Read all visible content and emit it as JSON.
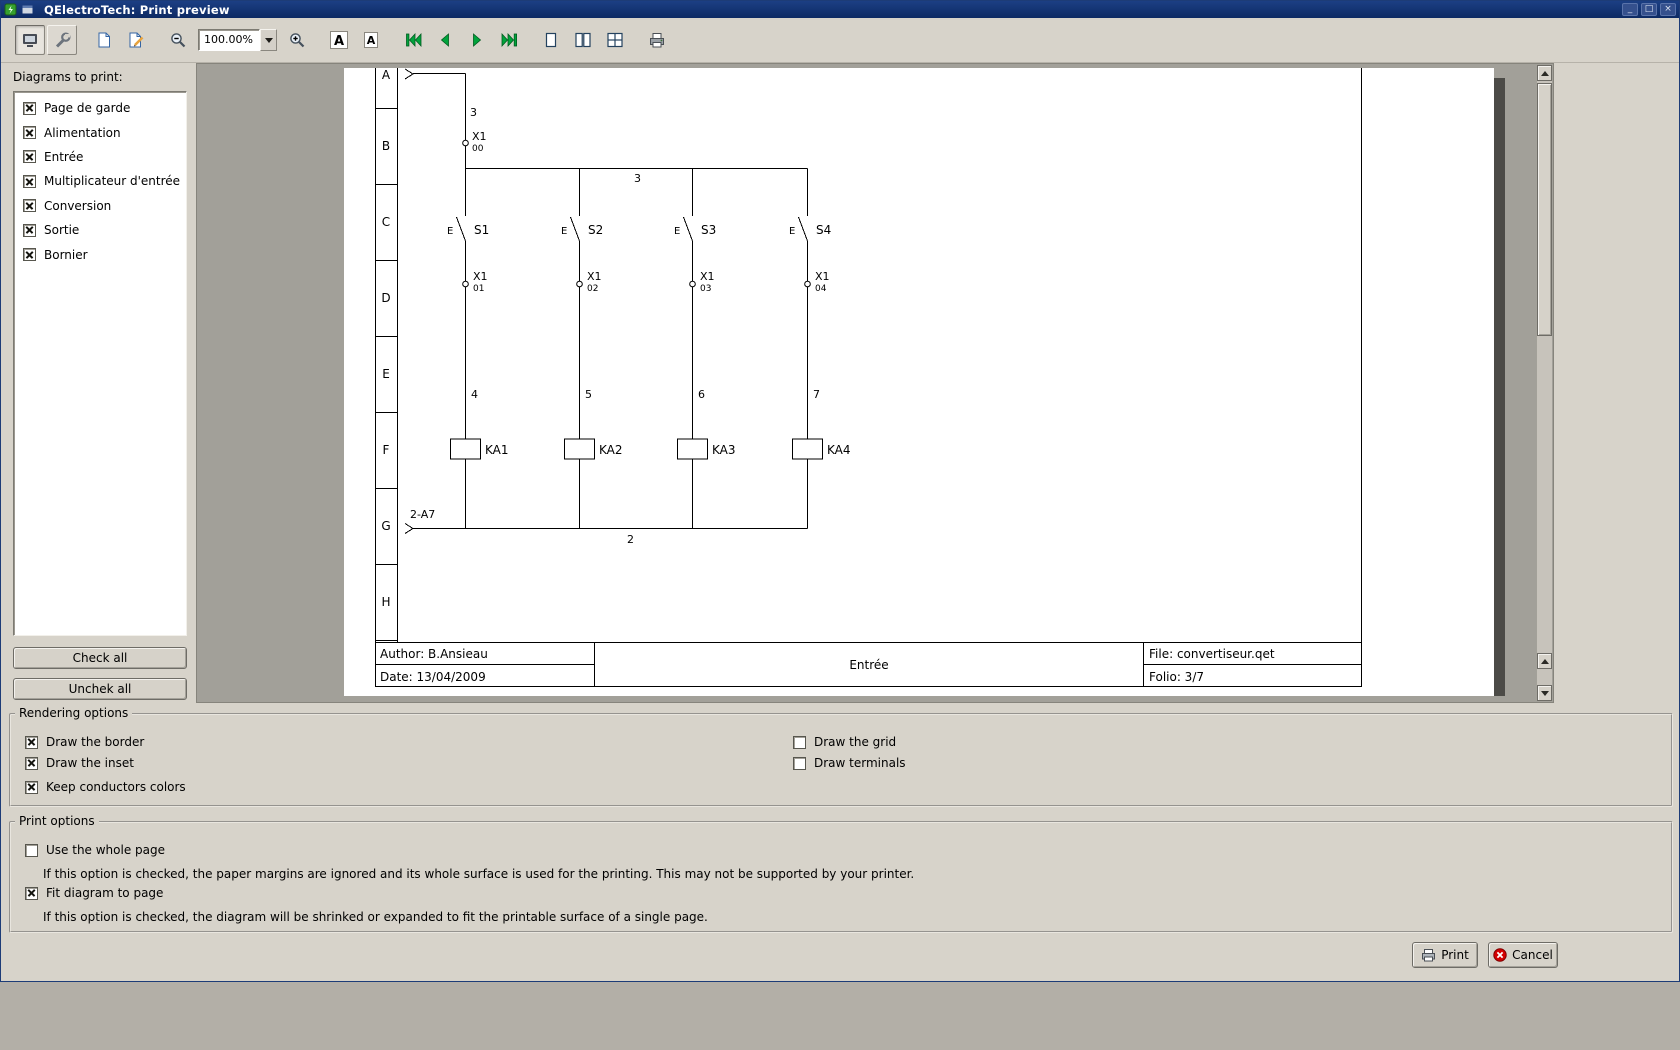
{
  "window": {
    "title": "QElectroTech: Print preview",
    "controls": {
      "minimize": "_",
      "maximize": "□",
      "close": "×"
    }
  },
  "toolbar": {
    "zoom_value": "100.00%",
    "fit_width_label": "A",
    "fit_page_label": "A"
  },
  "sidebar": {
    "heading": "Diagrams to print:",
    "items": [
      {
        "label": "Page de garde",
        "checked": true
      },
      {
        "label": "Alimentation",
        "checked": true
      },
      {
        "label": "Entrée",
        "checked": true
      },
      {
        "label": "Multiplicateur d'entrée",
        "checked": true
      },
      {
        "label": "Conversion",
        "checked": true
      },
      {
        "label": "Sortie",
        "checked": true
      },
      {
        "label": "Bornier",
        "checked": true
      }
    ],
    "check_all_label": "Check all",
    "uncheck_all_label": "Unchek all"
  },
  "preview": {
    "row_labels": [
      "A",
      "B",
      "C",
      "D",
      "E",
      "F",
      "G",
      "H"
    ],
    "schematic": {
      "incoming_wire_label": "3",
      "top_terminal": {
        "name": "X1",
        "pin": "00"
      },
      "top_bus_label": "3",
      "bottom_bus_label": "2",
      "outgoing_ref": "2-A7",
      "branches": [
        {
          "switch_prefix": "E",
          "switch": "S1",
          "terminal_name": "X1",
          "terminal_pin": "01",
          "wire": "4",
          "coil": "KA1"
        },
        {
          "switch_prefix": "E",
          "switch": "S2",
          "terminal_name": "X1",
          "terminal_pin": "02",
          "wire": "5",
          "coil": "KA2"
        },
        {
          "switch_prefix": "E",
          "switch": "S3",
          "terminal_name": "X1",
          "terminal_pin": "03",
          "wire": "6",
          "coil": "KA3"
        },
        {
          "switch_prefix": "E",
          "switch": "S4",
          "terminal_name": "X1",
          "terminal_pin": "04",
          "wire": "7",
          "coil": "KA4"
        }
      ]
    },
    "titleblock": {
      "author": "Author: B.Ansieau",
      "date": "Date: 13/04/2009",
      "title": "Entrée",
      "file": "File: convertiseur.qet",
      "folio": "Folio: 3/7"
    }
  },
  "rendering_options": {
    "title": "Rendering options",
    "items": [
      {
        "label": "Draw the border",
        "checked": true
      },
      {
        "label": "Draw the inset",
        "checked": true
      },
      {
        "label": "Keep conductors colors",
        "checked": true
      },
      {
        "label": "Draw the grid",
        "checked": false
      },
      {
        "label": "Draw terminals",
        "checked": false
      }
    ]
  },
  "print_options": {
    "title": "Print options",
    "items": [
      {
        "label": "Use the whole page",
        "checked": false,
        "description": "If this option is checked, the paper margins are ignored and its whole surface is used for the printing. This may not be supported by your printer."
      },
      {
        "label": "Fit diagram to page",
        "checked": true,
        "description": "If this option is checked, the diagram will be shrinked or expanded to fit the printable surface of a single page."
      }
    ]
  },
  "actions": {
    "print_label": "Print",
    "cancel_label": "Cancel"
  },
  "colors": {
    "titlebar": "#12316e",
    "nav_arrow_green": "#00a33c",
    "cancel_red": "#d40000",
    "page_icon_blue": "#3465a4"
  }
}
